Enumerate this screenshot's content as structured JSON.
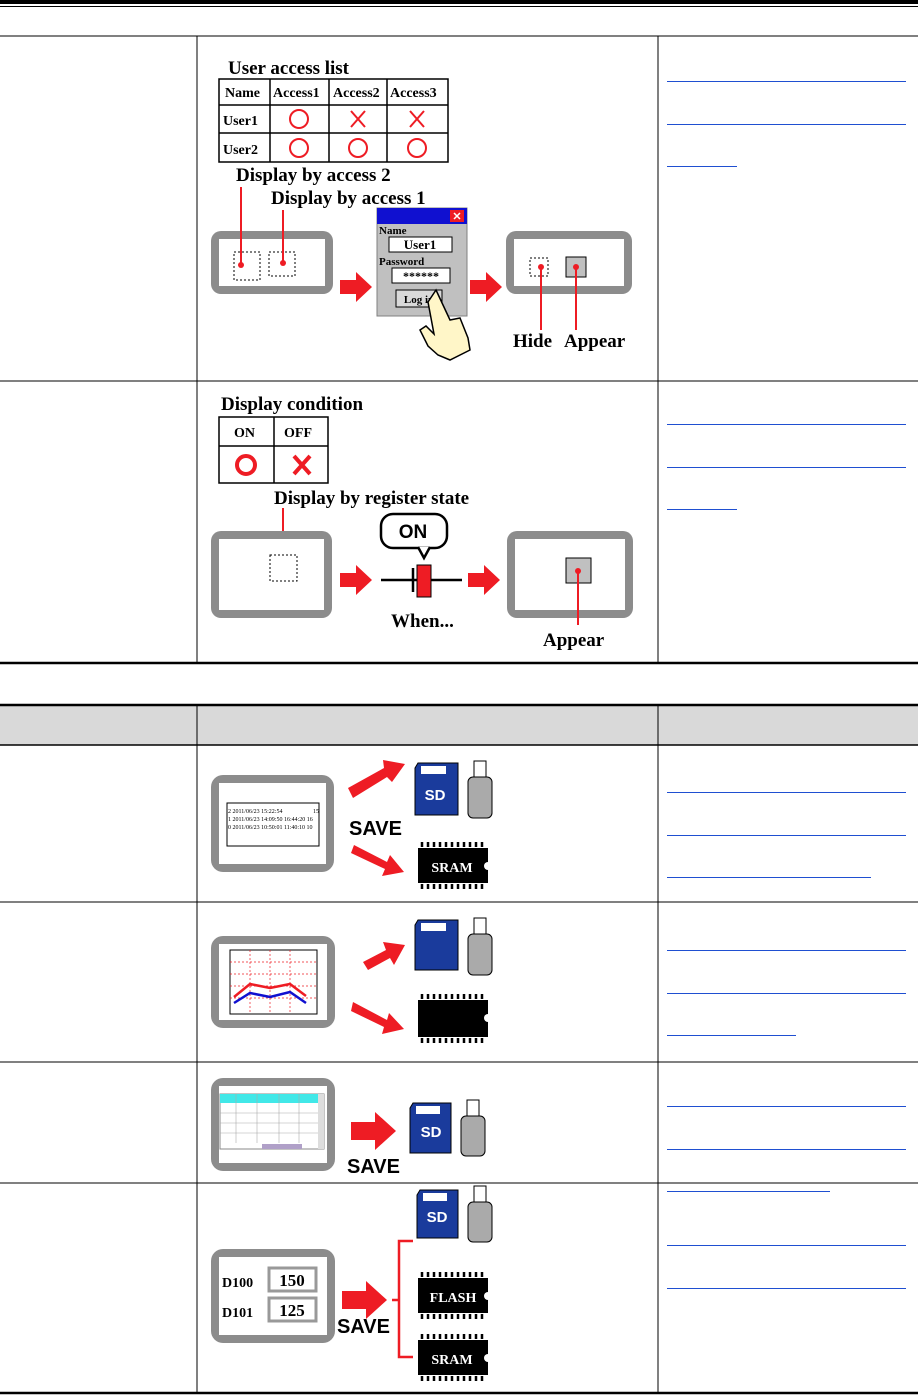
{
  "colors": {
    "accent_red": "#ee1c24",
    "link_blue": "#1f4fd1",
    "header_gray": "#d9d9d9",
    "sd_blue": "#1a3b9c",
    "frame_gray": "#8c8c8c"
  },
  "security": {
    "user_access_title": "User access list",
    "table_headers": [
      "Name",
      "Access1",
      "Access2",
      "Access3"
    ],
    "rows": [
      {
        "name": "User1",
        "marks": [
          "○",
          "×",
          "×"
        ]
      },
      {
        "name": "User2",
        "marks": [
          "○",
          "○",
          "○"
        ]
      }
    ],
    "display_by_access2": "Display by access 2",
    "display_by_access1": "Display by access 1",
    "login": {
      "name_label": "Name",
      "name_value": "User1",
      "password_label": "Password",
      "password_value": "******",
      "button": "Log in"
    },
    "hide_label": "Hide",
    "appear_label": "Appear"
  },
  "condition": {
    "title": "Display condition",
    "headers": [
      "ON",
      "OFF"
    ],
    "marks": [
      "○",
      "×"
    ],
    "register_label": "Display by register state",
    "bubble": "ON",
    "when_label": "When...",
    "appear_label": "Appear"
  },
  "storage": {
    "save_label": "SAVE",
    "sd_label": "SD",
    "sram_label": "SRAM",
    "flash_label": "FLASH",
    "log_lines": [
      "2 2011/06/23 15:22:54",
      "1 2011/06/23 14:09:50 16:44:20 16",
      "0 2011/06/23 10:50:01 11:40:10 10"
    ],
    "log_suffix": "15",
    "recipe": [
      {
        "device": "D100",
        "value": "150"
      },
      {
        "device": "D101",
        "value": "125"
      }
    ]
  }
}
